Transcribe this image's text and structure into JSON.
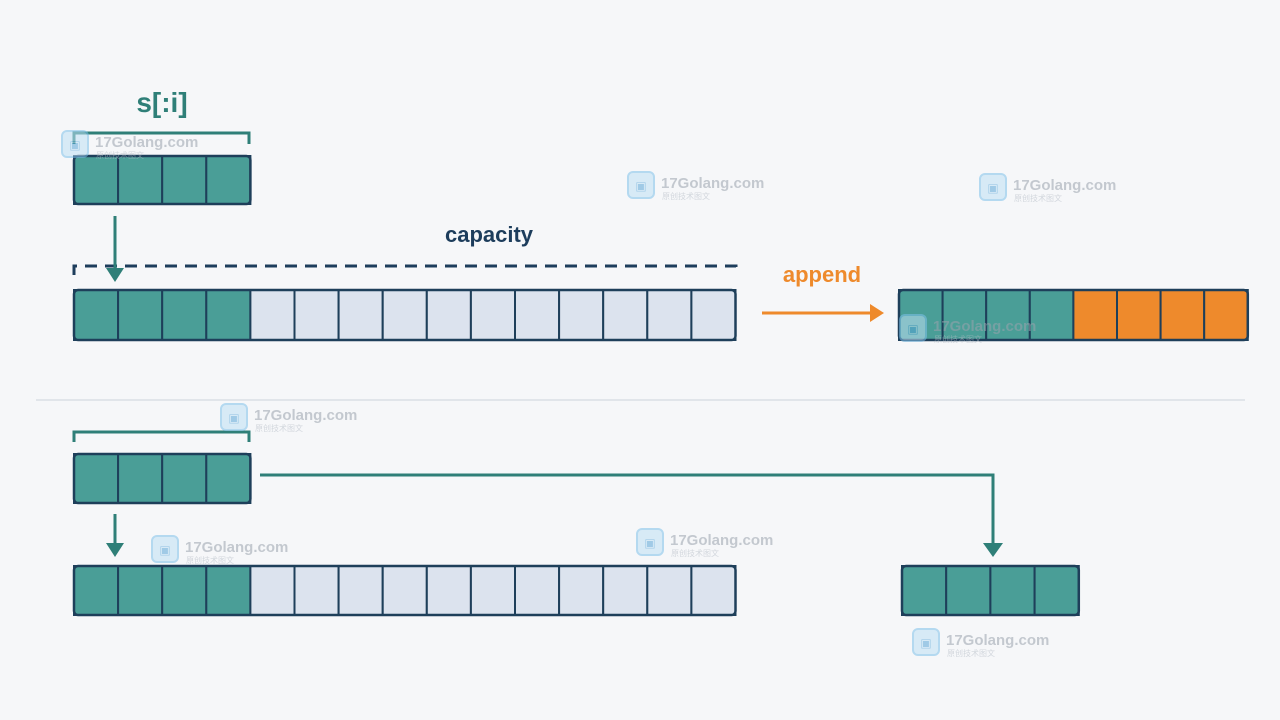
{
  "labels": {
    "slice": "s[:i]",
    "capacity": "capacity",
    "append": "append"
  },
  "colors": {
    "teal": "#4a9e97",
    "teal_dark": "#2f7f78",
    "empty": "#dce3ee",
    "outline": "#1e3f5a",
    "orange": "#ee8a2c",
    "navy": "#1d3d5c",
    "divider": "#e1e5ea"
  },
  "top": {
    "slice": {
      "filled": 4,
      "total": 4
    },
    "backing_array": {
      "filled": 4,
      "total": 15
    },
    "appended": {
      "original": 4,
      "appended": 4
    }
  },
  "bottom": {
    "slice": {
      "filled": 4,
      "total": 4
    },
    "backing_array": {
      "filled": 4,
      "total": 15
    },
    "copy": {
      "filled": 4,
      "total": 4
    }
  },
  "watermark": {
    "text": "17Golang.com",
    "subtext": "原创技术图文"
  }
}
